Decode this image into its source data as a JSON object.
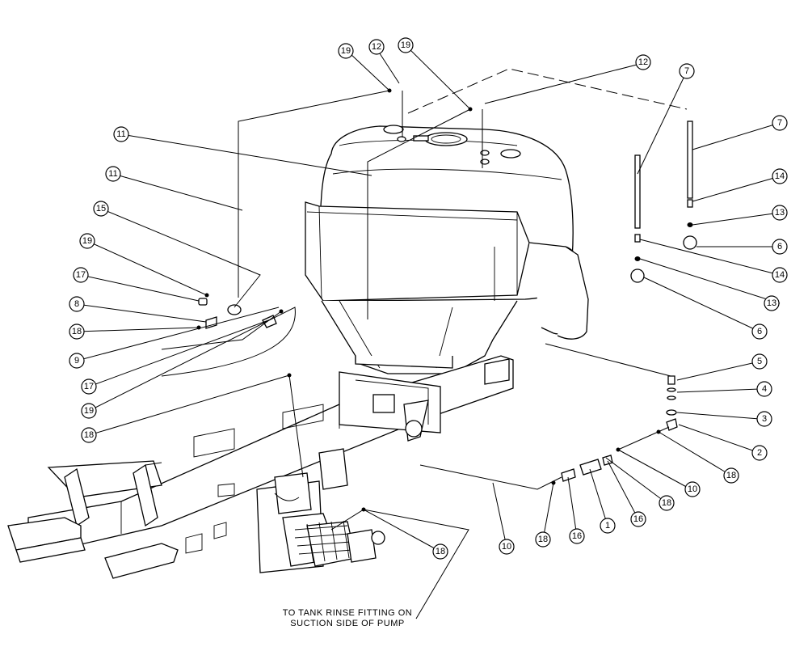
{
  "callouts": [
    {
      "id": "c19a",
      "num": "19"
    },
    {
      "id": "c12a",
      "num": "12"
    },
    {
      "id": "c19b",
      "num": "19"
    },
    {
      "id": "c12b",
      "num": "12"
    },
    {
      "id": "c7a",
      "num": "7"
    },
    {
      "id": "c7b",
      "num": "7"
    },
    {
      "id": "c11a",
      "num": "11"
    },
    {
      "id": "c11b",
      "num": "11"
    },
    {
      "id": "c14a",
      "num": "14"
    },
    {
      "id": "c13a",
      "num": "13"
    },
    {
      "id": "c6a",
      "num": "6"
    },
    {
      "id": "c14b",
      "num": "14"
    },
    {
      "id": "c13b",
      "num": "13"
    },
    {
      "id": "c6b",
      "num": "6"
    },
    {
      "id": "c15",
      "num": "15"
    },
    {
      "id": "c19c",
      "num": "19"
    },
    {
      "id": "c17a",
      "num": "17"
    },
    {
      "id": "c8",
      "num": "8"
    },
    {
      "id": "c18a",
      "num": "18"
    },
    {
      "id": "c9",
      "num": "9"
    },
    {
      "id": "c17b",
      "num": "17"
    },
    {
      "id": "c19d",
      "num": "19"
    },
    {
      "id": "c18b",
      "num": "18"
    },
    {
      "id": "c5",
      "num": "5"
    },
    {
      "id": "c4",
      "num": "4"
    },
    {
      "id": "c3",
      "num": "3"
    },
    {
      "id": "c2",
      "num": "2"
    },
    {
      "id": "c18c",
      "num": "18"
    },
    {
      "id": "c10a",
      "num": "10"
    },
    {
      "id": "c18d",
      "num": "18"
    },
    {
      "id": "c16a",
      "num": "16"
    },
    {
      "id": "c1",
      "num": "1"
    },
    {
      "id": "c16b",
      "num": "16"
    },
    {
      "id": "c18e",
      "num": "18"
    },
    {
      "id": "c10b",
      "num": "10"
    },
    {
      "id": "c18f",
      "num": "18"
    }
  ],
  "note": {
    "line1": "TO TANK RINSE FITTING ON",
    "line2": "SUCTION SIDE OF PUMP"
  }
}
